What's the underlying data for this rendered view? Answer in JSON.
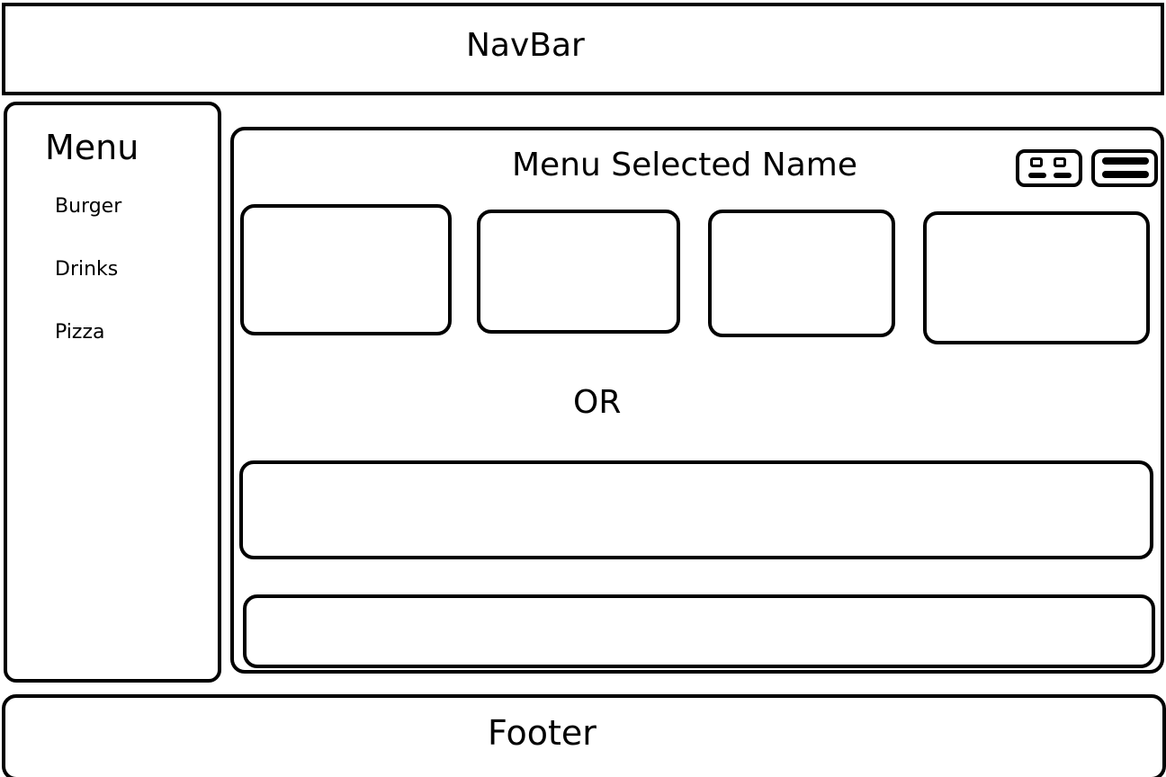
{
  "navbar": {
    "title": "NavBar"
  },
  "sidebar": {
    "heading": "Menu",
    "items": [
      {
        "label": "Burger"
      },
      {
        "label": "Drinks"
      },
      {
        "label": "Pizza"
      }
    ]
  },
  "main": {
    "title": "Menu Selected Name",
    "view_toggles": [
      {
        "icon": "grid-view-icon"
      },
      {
        "icon": "list-view-icon"
      }
    ],
    "separator": "OR"
  },
  "footer": {
    "title": "Footer"
  }
}
